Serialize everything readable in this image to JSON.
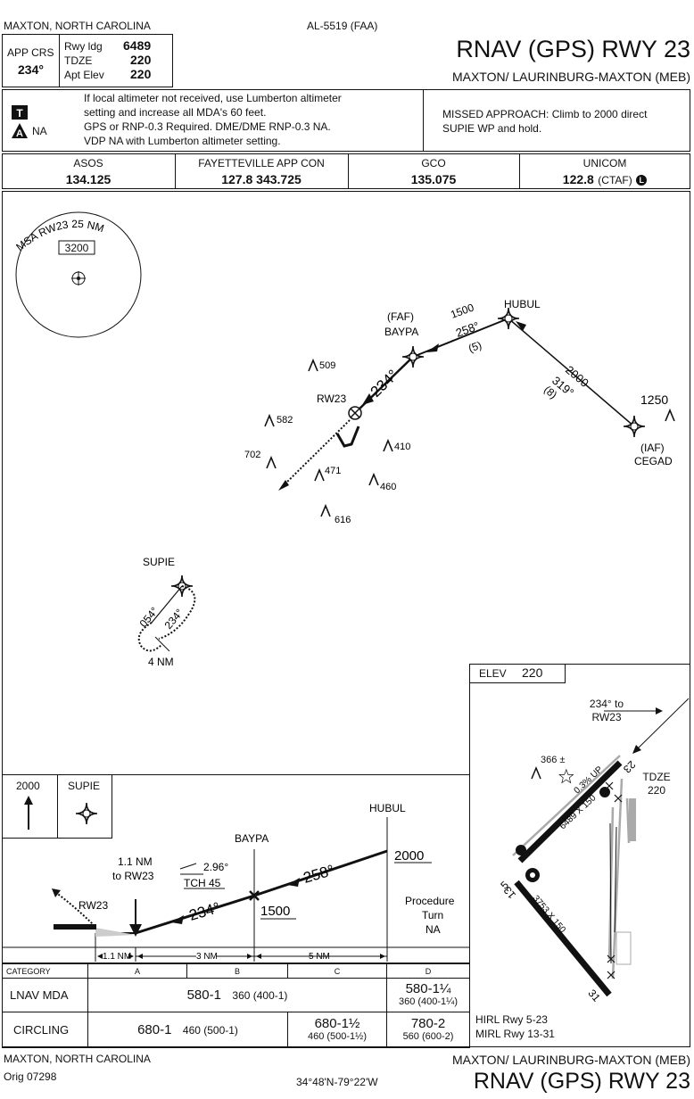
{
  "header": {
    "location": "MAXTON, NORTH CAROLINA",
    "chart_id": "AL-5519 (FAA)",
    "title": "RNAV (GPS) RWY 23",
    "airport": "MAXTON/ LAURINBURG-MAXTON (MEB)",
    "app_crs_label": "APP CRS",
    "app_crs": "234°",
    "rwy_ldg_label": "Rwy ldg",
    "rwy_ldg": "6489",
    "tdze_label": "TDZE",
    "tdze": "220",
    "apt_elev_label": "Apt Elev",
    "apt_elev": "220"
  },
  "notes": {
    "na_label": "NA",
    "main": [
      "If local altimeter not received, use Lumberton altimeter",
      "setting and increase all MDA's 60 feet.",
      "GPS or RNP-0.3 Required. DME/DME RNP-0.3 NA.",
      "VDP NA with Lumberton altimeter setting."
    ],
    "missed": [
      "MISSED APPROACH: Climb to 2000 direct",
      "SUPIE WP and hold."
    ]
  },
  "comms": [
    {
      "name": "ASOS",
      "freq": "134.125"
    },
    {
      "name": "FAYETTEVILLE APP CON",
      "freq": "127.8  343.725"
    },
    {
      "name": "GCO",
      "freq": "135.075"
    },
    {
      "name": "UNICOM",
      "freq": "122.8",
      "suffix": "(CTAF)"
    }
  ],
  "plan": {
    "msa_label": "MSA RW23 25 NM",
    "msa_alt": "3200",
    "fixes": {
      "hubul": "HUBUL",
      "faf": "(FAF)",
      "baypa": "BAYPA",
      "rw23": "RW23",
      "iaf": "(IAF)",
      "cegad": "CEGAD",
      "supie": "SUPIE"
    },
    "leg_hubul_baypa": [
      "1500",
      "258°",
      "(5)"
    ],
    "leg_cegad_hubul": [
      "2000",
      "319°",
      "(8)"
    ],
    "final_course": "234°",
    "obstacles": [
      "509",
      "582",
      "702",
      "471",
      "460",
      "410",
      "616",
      "1250"
    ],
    "hold_in": "234°",
    "hold_out": "054°",
    "hold_leg": "4 NM"
  },
  "airport_diagram": {
    "elev_label": "ELEV",
    "elev": "220",
    "inbound": [
      "234° to",
      "RW23"
    ],
    "obstacle": "366 ±",
    "tdze_label": "TDZE",
    "tdze": "220",
    "rwy_5_23": "6489 X 150",
    "gradient": "0.3% UP",
    "rwy_13_31": "3753 X 150",
    "rwy_nums": [
      "23",
      "5",
      "13",
      "31"
    ],
    "lighting": [
      "HIRL Rwy 5-23",
      "MIRL Rwy 13-31"
    ]
  },
  "profile": {
    "hold_alt": "2000",
    "hold_fix": "SUPIE",
    "hubul": "HUBUL",
    "hubul_alt": "2000",
    "baypa": "BAYPA",
    "baypa_alt": "1500",
    "to_rw23": [
      "1.1 NM",
      "to RW23"
    ],
    "gs": "2.96°",
    "tch": "TCH 45",
    "rw23": "RW23",
    "crs_in": "258°",
    "crs_final": "234°",
    "pt_na": [
      "Procedure",
      "Turn",
      "NA"
    ],
    "dists": [
      "1.1 NM",
      "3 NM",
      "5 NM"
    ]
  },
  "minimums": {
    "categories": [
      "CATEGORY",
      "A",
      "B",
      "C",
      "D"
    ],
    "lnav_label": "LNAV  MDA",
    "lnav_abc": "580-1",
    "lnav_abc_ha": "360 (400-1)",
    "lnav_d": "580-1¼",
    "lnav_d_ha": "360 (400-1¼)",
    "circ_label": "CIRCLING",
    "circ_ab": "680-1",
    "circ_ab_ha": "460 (500-1)",
    "circ_c": "680-1½",
    "circ_c_ha": "460 (500-1½)",
    "circ_d": "780-2",
    "circ_d_ha": "560 (600-2)"
  },
  "footer": {
    "location": "MAXTON, NORTH CAROLINA",
    "orig": "Orig  07298",
    "coords": "34°48'N-79°22'W",
    "airport": "MAXTON/ LAURINBURG-MAXTON (MEB)",
    "title": "RNAV (GPS) RWY 23"
  }
}
